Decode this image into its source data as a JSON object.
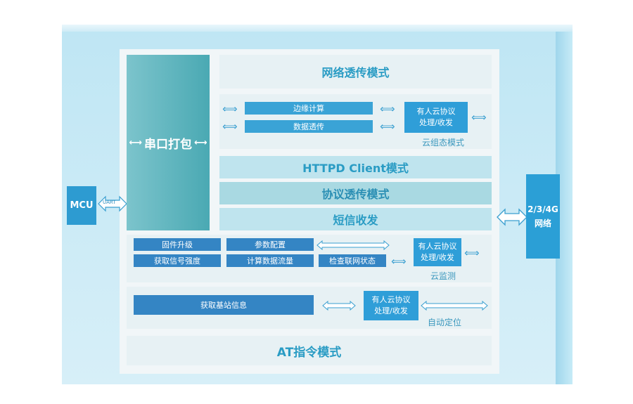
{
  "diagram": {
    "mcu_label": "MCU",
    "uart_label": "UART",
    "serial_label": "串口打包",
    "network_label_line1": "2/3/4G",
    "network_label_line2": "网络",
    "modes": {
      "network_passthrough": "网络透传模式",
      "httpd_client": "HTTPD Client模式",
      "protocol_passthrough": "协议透传模式",
      "sms": "短信收发",
      "at_command": "AT指令模式"
    },
    "cloud_config": {
      "edge_compute": "边缘计算",
      "data_passthrough": "数据透传",
      "cloud_box_line1": "有人云协议",
      "cloud_box_line2": "处理/收发",
      "caption": "云组态模式"
    },
    "cloud_monitor": {
      "firmware_upgrade": "固件升级",
      "param_config": "参数配置",
      "get_signal": "获取信号强度",
      "calc_traffic": "计算数据流量",
      "check_network": "检查联网状态",
      "cloud_box_line1": "有人云协议",
      "cloud_box_line2": "处理/收发",
      "caption": "云监测"
    },
    "auto_location": {
      "get_station": "获取基站信息",
      "cloud_box_line1": "有人云协议",
      "cloud_box_line2": "处理/收发",
      "caption": "自动定位"
    }
  },
  "colors": {
    "accent": "#2f9ed8",
    "serial": "#4aa9b3",
    "mode_text": "#2a9cc4"
  }
}
